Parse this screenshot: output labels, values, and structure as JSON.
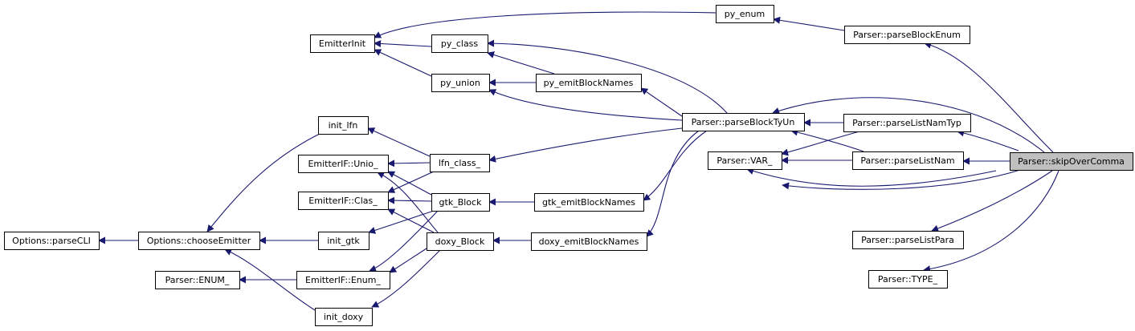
{
  "graph": {
    "colors": {
      "edge": "#191970",
      "node_fill": "#ffffff",
      "node_border": "#000000",
      "highlight_fill": "#bfbfbf"
    },
    "nodes": [
      {
        "id": "skipOverComma",
        "label": "Parser::skipOverComma",
        "highlight": true
      },
      {
        "id": "parseBlockEnum",
        "label": "Parser::parseBlockEnum"
      },
      {
        "id": "parseBlockTyUn",
        "label": "Parser::parseBlockTyUn"
      },
      {
        "id": "parseListNamTyp",
        "label": "Parser::parseListNamTyp"
      },
      {
        "id": "parseListNam",
        "label": "Parser::parseListNam"
      },
      {
        "id": "VAR_",
        "label": "Parser::VAR_"
      },
      {
        "id": "parseListPara",
        "label": "Parser::parseListPara"
      },
      {
        "id": "TYPE_",
        "label": "Parser::TYPE_"
      },
      {
        "id": "py_enum",
        "label": "py_enum"
      },
      {
        "id": "py_emitBlockNames",
        "label": "py_emitBlockNames"
      },
      {
        "id": "gtk_emitBlockNames",
        "label": "gtk_emitBlockNames"
      },
      {
        "id": "doxy_emitBlockNames",
        "label": "doxy_emitBlockNames"
      },
      {
        "id": "py_class",
        "label": "py_class"
      },
      {
        "id": "py_union",
        "label": "py_union"
      },
      {
        "id": "lfn_class_",
        "label": "lfn_class_"
      },
      {
        "id": "gtk_Block",
        "label": "gtk_Block"
      },
      {
        "id": "doxy_Block",
        "label": "doxy_Block"
      },
      {
        "id": "EmitterInit",
        "label": "EmitterInit"
      },
      {
        "id": "init_lfn",
        "label": "init_lfn"
      },
      {
        "id": "EmitterIF_Unio_",
        "label": "EmitterIF::Unio_"
      },
      {
        "id": "EmitterIF_Clas_",
        "label": "EmitterIF::Clas_"
      },
      {
        "id": "init_gtk",
        "label": "init_gtk"
      },
      {
        "id": "EmitterIF_Enum_",
        "label": "EmitterIF::Enum_"
      },
      {
        "id": "init_doxy",
        "label": "init_doxy"
      },
      {
        "id": "chooseEmitter",
        "label": "Options::chooseEmitter"
      },
      {
        "id": "ENUM_",
        "label": "Parser::ENUM_"
      },
      {
        "id": "parseCLI",
        "label": "Options::parseCLI"
      }
    ],
    "edges": [
      {
        "from": "skipOverComma",
        "to": "parseBlockEnum"
      },
      {
        "from": "skipOverComma",
        "to": "parseBlockTyUn"
      },
      {
        "from": "skipOverComma",
        "to": "parseListNamTyp"
      },
      {
        "from": "skipOverComma",
        "to": "parseListNam"
      },
      {
        "from": "skipOverComma",
        "to": "VAR_"
      },
      {
        "from": "skipOverComma",
        "to": "parseListPara"
      },
      {
        "from": "skipOverComma",
        "to": "TYPE_"
      },
      {
        "from": "parseBlockEnum",
        "to": "py_enum"
      },
      {
        "from": "py_enum",
        "to": "EmitterInit"
      },
      {
        "from": "parseBlockTyUn",
        "to": "py_class"
      },
      {
        "from": "parseBlockTyUn",
        "to": "py_emitBlockNames"
      },
      {
        "from": "parseBlockTyUn",
        "to": "py_union"
      },
      {
        "from": "parseBlockTyUn",
        "to": "lfn_class_"
      },
      {
        "from": "parseBlockTyUn",
        "to": "gtk_emitBlockNames"
      },
      {
        "from": "parseBlockTyUn",
        "to": "doxy_emitBlockNames"
      },
      {
        "from": "parseListNamTyp",
        "to": "parseBlockTyUn"
      },
      {
        "from": "parseListNamTyp",
        "to": "VAR_"
      },
      {
        "from": "parseListNam",
        "to": "parseBlockTyUn"
      },
      {
        "from": "parseListNam",
        "to": "VAR_"
      },
      {
        "from": "py_emitBlockNames",
        "to": "py_class"
      },
      {
        "from": "py_emitBlockNames",
        "to": "py_union"
      },
      {
        "from": "py_class",
        "to": "EmitterInit"
      },
      {
        "from": "py_union",
        "to": "EmitterInit"
      },
      {
        "from": "lfn_class_",
        "to": "init_lfn"
      },
      {
        "from": "lfn_class_",
        "to": "EmitterIF_Unio_"
      },
      {
        "from": "lfn_class_",
        "to": "EmitterIF_Clas_"
      },
      {
        "from": "gtk_emitBlockNames",
        "to": "gtk_Block"
      },
      {
        "from": "gtk_Block",
        "to": "EmitterIF_Unio_"
      },
      {
        "from": "gtk_Block",
        "to": "EmitterIF_Clas_"
      },
      {
        "from": "gtk_Block",
        "to": "init_gtk"
      },
      {
        "from": "gtk_Block",
        "to": "EmitterIF_Enum_"
      },
      {
        "from": "doxy_emitBlockNames",
        "to": "doxy_Block"
      },
      {
        "from": "doxy_Block",
        "to": "EmitterIF_Unio_"
      },
      {
        "from": "doxy_Block",
        "to": "EmitterIF_Clas_"
      },
      {
        "from": "doxy_Block",
        "to": "EmitterIF_Enum_"
      },
      {
        "from": "doxy_Block",
        "to": "init_doxy"
      },
      {
        "from": "init_lfn",
        "to": "chooseEmitter"
      },
      {
        "from": "init_gtk",
        "to": "chooseEmitter"
      },
      {
        "from": "init_doxy",
        "to": "chooseEmitter"
      },
      {
        "from": "EmitterIF_Enum_",
        "to": "ENUM_"
      },
      {
        "from": "chooseEmitter",
        "to": "parseCLI"
      }
    ]
  }
}
